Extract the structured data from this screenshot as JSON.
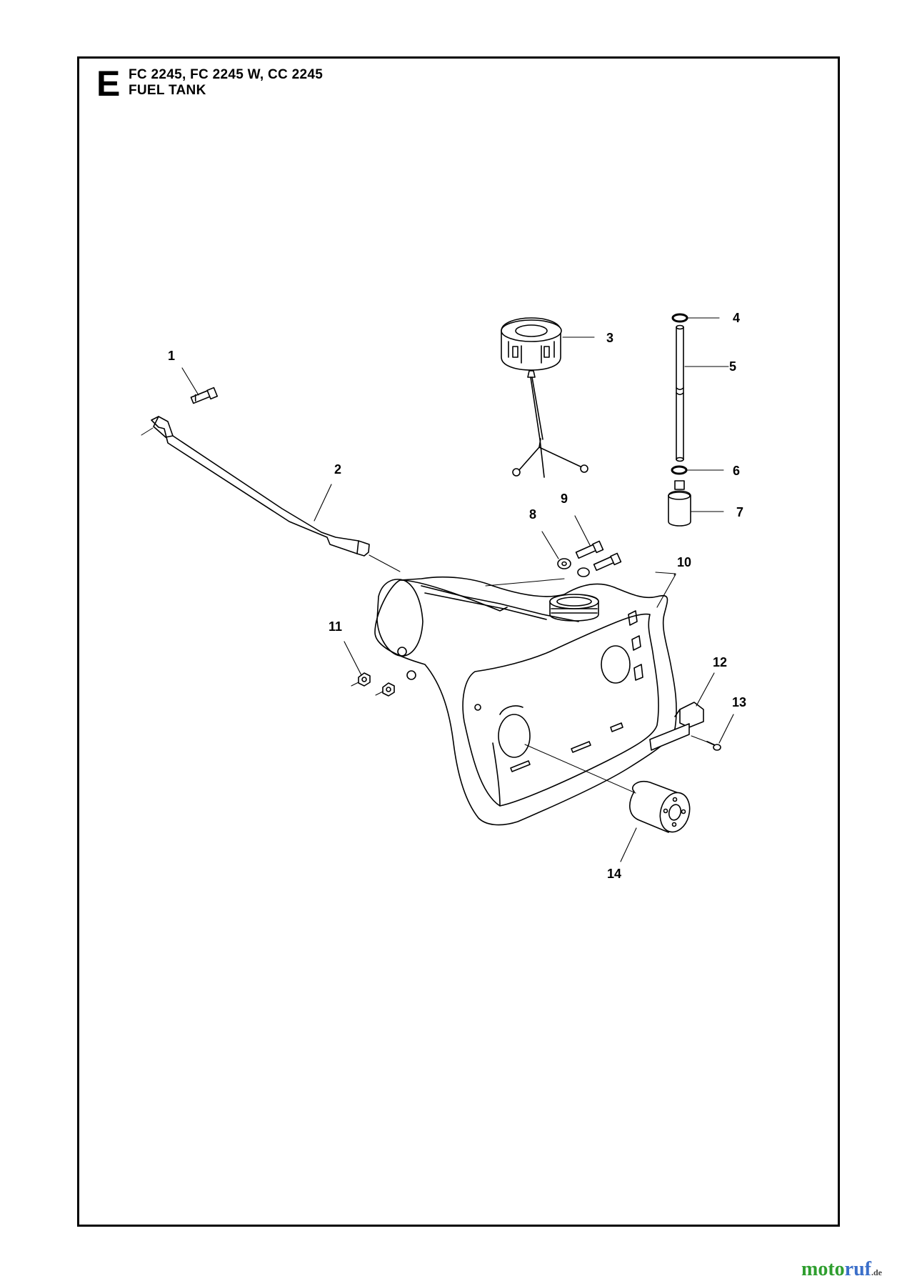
{
  "header": {
    "section_letter": "E",
    "models": "FC 2245, FC 2245 W, CC 2245",
    "title": "FUEL TANK"
  },
  "callouts": [
    "1",
    "2",
    "3",
    "4",
    "5",
    "6",
    "7",
    "8",
    "9",
    "10",
    "11",
    "12",
    "13",
    "14"
  ],
  "watermark": {
    "part1": "moto",
    "part2": "ruf",
    "part3": ".de"
  },
  "colors": {
    "line": "#000000",
    "background": "#ffffff",
    "watermark_green": "#2f9e2f",
    "watermark_blue": "#3b6fc9"
  }
}
